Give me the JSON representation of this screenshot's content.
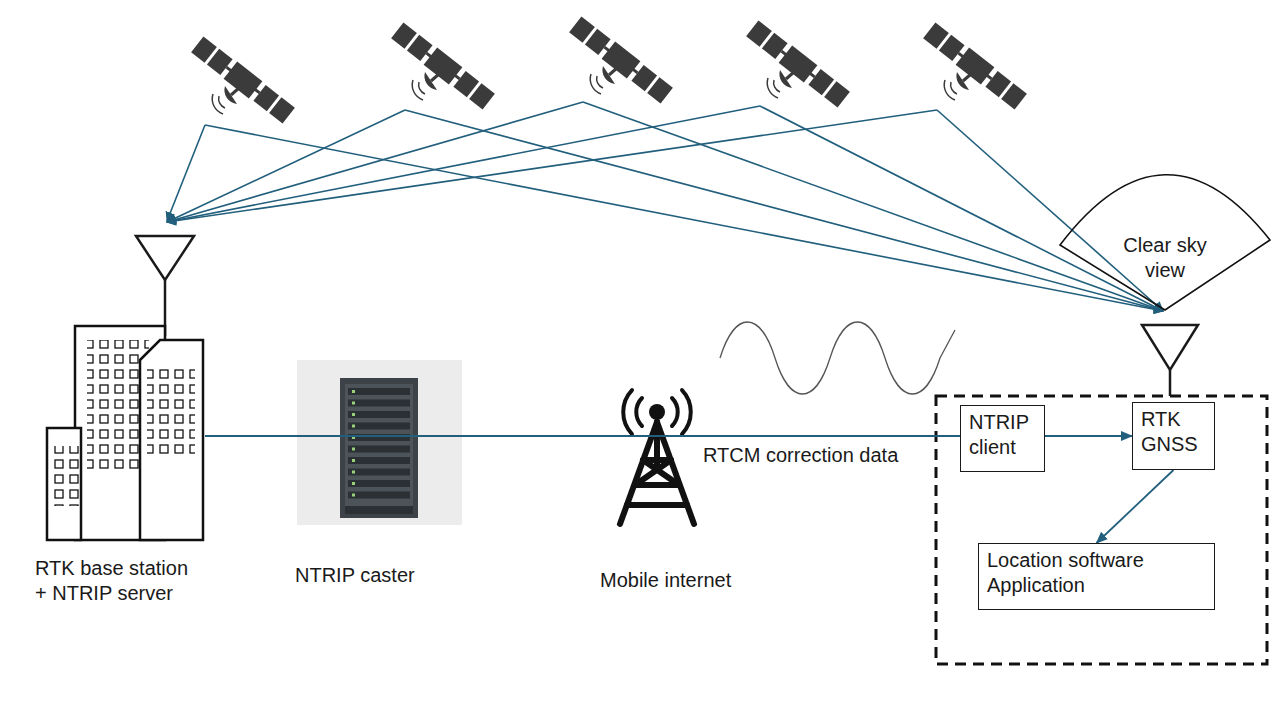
{
  "diagram": {
    "nodes": [
      {
        "text": [
          "RTK base station + NTRIP server"
        ]
      },
      {
        "text": [
          "Clear sky view"
        ]
      },
      {
        "text": [
          "NTRIP client"
        ]
      },
      {
        "text": [
          "RTK GNSS"
        ]
      },
      {
        "text": [
          "Location software Application"
        ]
      }
    ],
    "edges": [
      {
        "from": 0,
        "to": 3,
        "arrow": "to",
        "label": "RTCM correction data"
      },
      {
        "from": 3,
        "to": 4,
        "arrow": "to"
      }
    ],
    "labels": [
      "NTRIP caster",
      "Mobile internet"
    ]
  }
}
